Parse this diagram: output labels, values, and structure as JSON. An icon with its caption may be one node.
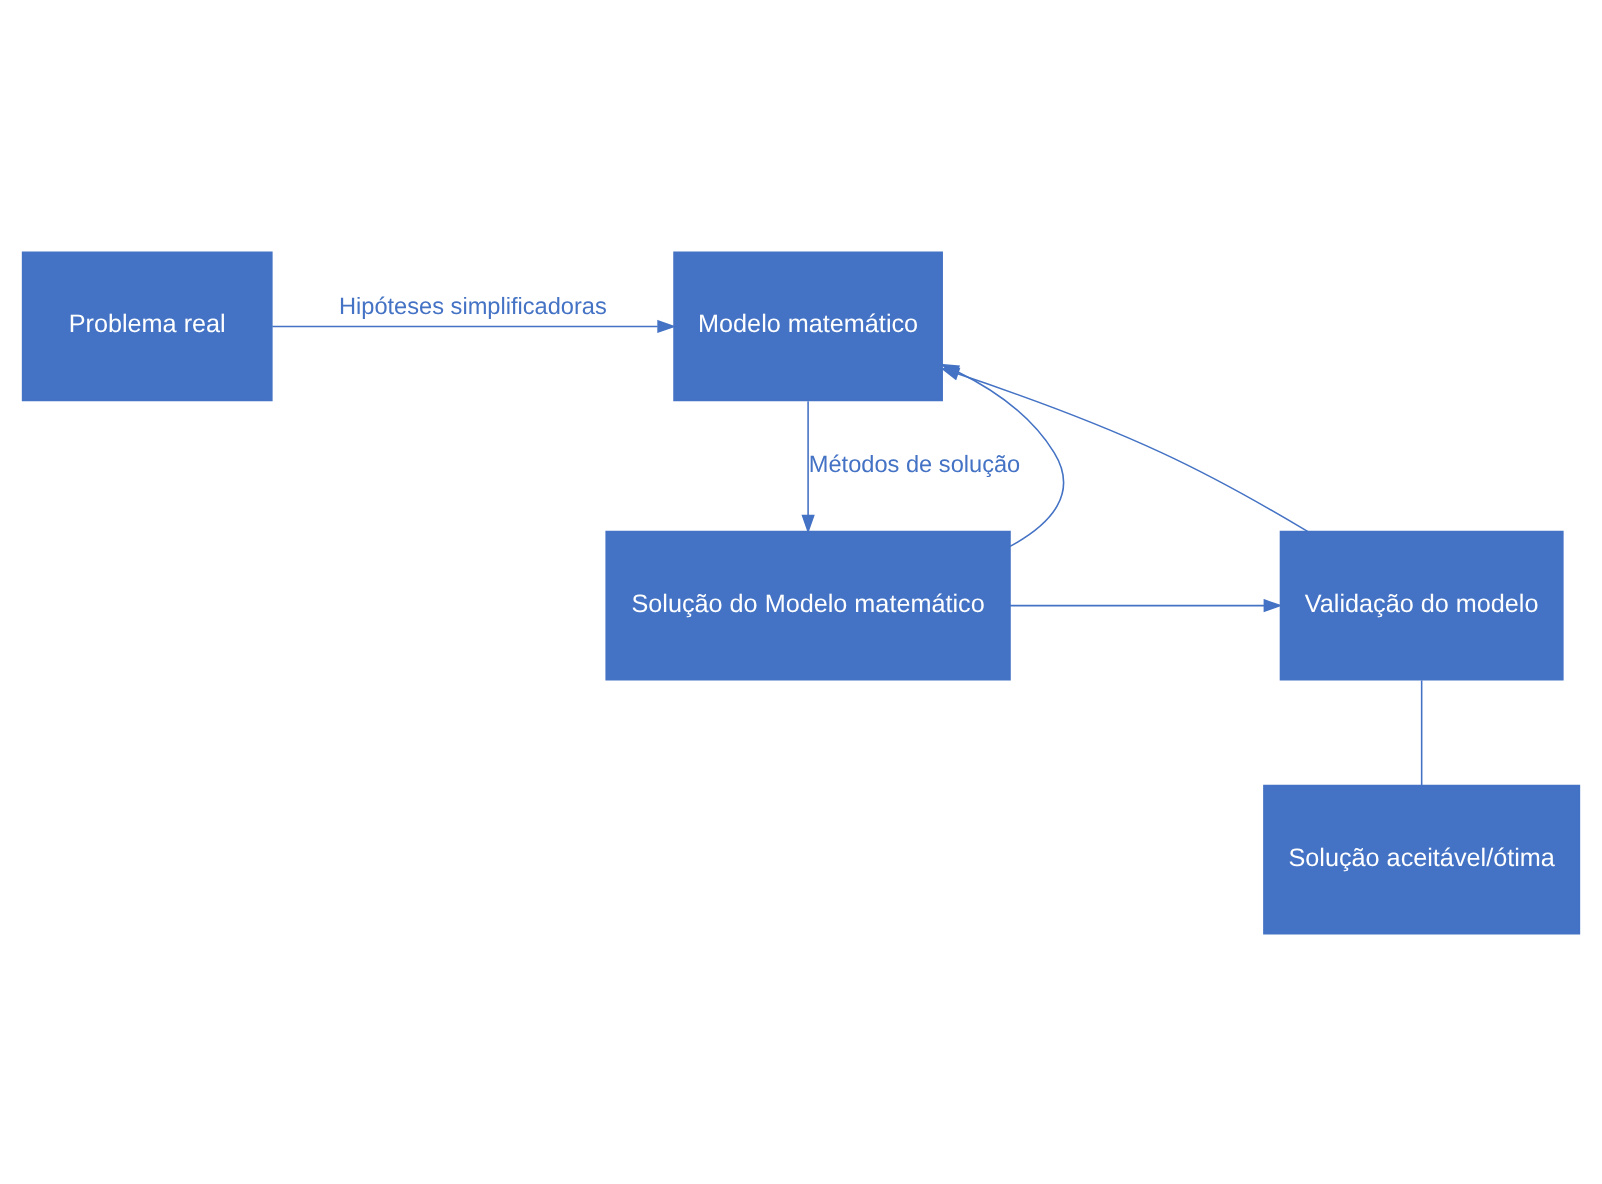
{
  "diagram": {
    "nodes": [
      {
        "text": [
          "Problema real"
        ]
      },
      {
        "text": [
          "Modelo matemático"
        ]
      },
      {
        "text": [
          "Solução do Modelo matemático"
        ]
      },
      {
        "text": [
          "Validação do modelo"
        ]
      },
      {
        "text": [
          "Solução aceitável/ótima"
        ]
      }
    ],
    "edges": [
      {
        "from": 0,
        "to": 1,
        "arrow": "to",
        "label": "Hipóteses simplificadoras"
      },
      {
        "from": 1,
        "to": 2,
        "arrow": "to",
        "label": "Métodos de solução"
      },
      {
        "from": 2,
        "to": 1,
        "arrow": "to"
      },
      {
        "from": 2,
        "to": 3,
        "arrow": "to"
      },
      {
        "from": 3,
        "to": 1,
        "arrow": "to"
      },
      {
        "from": 3,
        "to": 4,
        "arrow": "none"
      }
    ]
  }
}
